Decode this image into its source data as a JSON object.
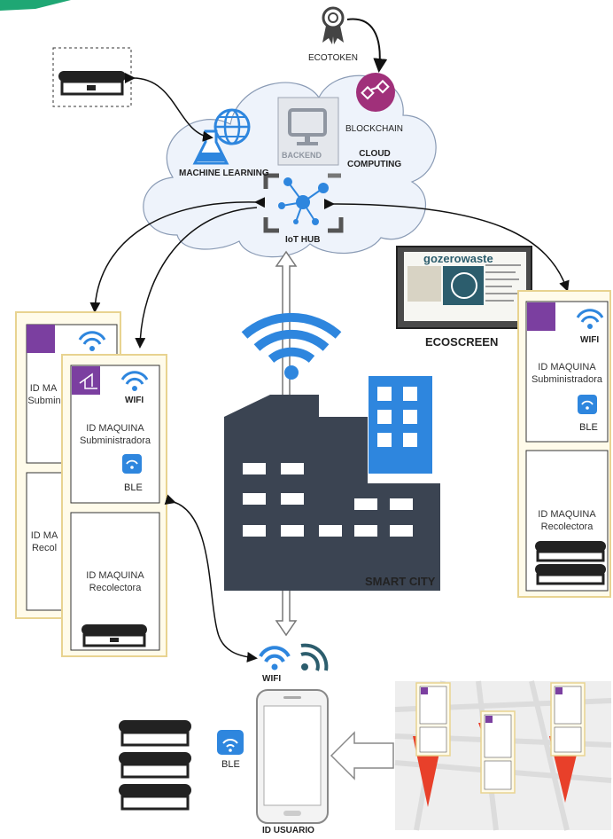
{
  "cloud": {
    "ecotoken": "ECOTOKEN",
    "blockchain": "BLOCKCHAIN",
    "cloud_computing_line1": "CLOUD",
    "cloud_computing_line2": "COMPUTING",
    "backend": "BACKEND",
    "machine_learning": "MACHINE LEARNING",
    "iot_hub": "IoT HUB"
  },
  "ecoscreen": {
    "label": "ECOSCREEN",
    "brand": "gozerowaste"
  },
  "smart_city": "SMART CITY",
  "left_machine": {
    "wifi": "WIFI",
    "id_top_line1": "ID MAQUINA",
    "id_top_line2": "Subministradora",
    "ble": "BLE",
    "id_bottom_line1": "ID MAQUINA",
    "id_bottom_line2": "Recolectora",
    "back_top_line1": "ID MA",
    "back_top_line2": "Submin",
    "back_bottom_line1": "ID MA",
    "back_bottom_line2": "Recol"
  },
  "right_machine": {
    "wifi": "WIFI",
    "id_top_line1": "ID MAQUINA",
    "id_top_line2": "Subministradora",
    "ble": "BLE",
    "id_bottom_line1": "ID MAQUINA",
    "id_bottom_line2": "Recolectora"
  },
  "user": {
    "wifi": "WIFI",
    "ble": "BLE",
    "id": "ID USUARIO"
  },
  "colors": {
    "primary_blue": "#2e86de",
    "dark_slate": "#3b4452",
    "machine_border": "#f0dca0",
    "machine_bg": "#fffbea",
    "purple": "#7b3fa0",
    "blockchain_purple": "#a0307a",
    "map_red": "#e8402a"
  }
}
